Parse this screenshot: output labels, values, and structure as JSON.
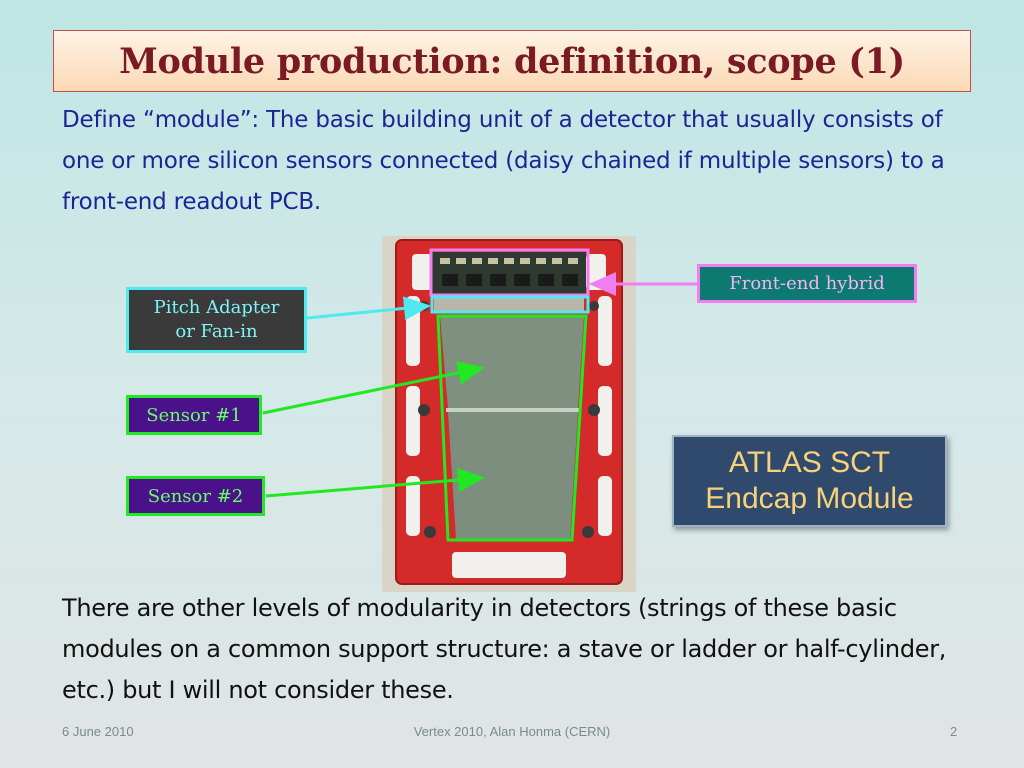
{
  "slide": {
    "title": "Module production: definition, scope (1)",
    "intro": "Define “module”: The basic building unit of a detector that usually consists of one or more silicon sensors connected (daisy chained if multiple sensors) to a front-end readout PCB.",
    "outro": "There are other levels of modularity in detectors (strings of these basic modules on a common support structure: a stave or ladder or half-cylinder, etc.) but I will not consider these."
  },
  "labels": {
    "front_end_hybrid": "Front-end hybrid",
    "pitch_adapter_line1": "Pitch Adapter",
    "pitch_adapter_line2": "or Fan-in",
    "sensor1": "Sensor #1",
    "sensor2": "Sensor #2"
  },
  "callout": {
    "line1": "ATLAS SCT",
    "line2": "Endcap Module"
  },
  "footer": {
    "date": "6 June 2010",
    "center": "Vertex 2010, Alan Honma (CERN)",
    "page": "2"
  },
  "colors": {
    "title_text": "#7a1a24",
    "intro_text": "#1c2496",
    "frame_red": "#d42a2a",
    "sensor_green": "#22e822",
    "hybrid_magenta": "#f07ef0",
    "pitch_cyan": "#4feaf0"
  }
}
